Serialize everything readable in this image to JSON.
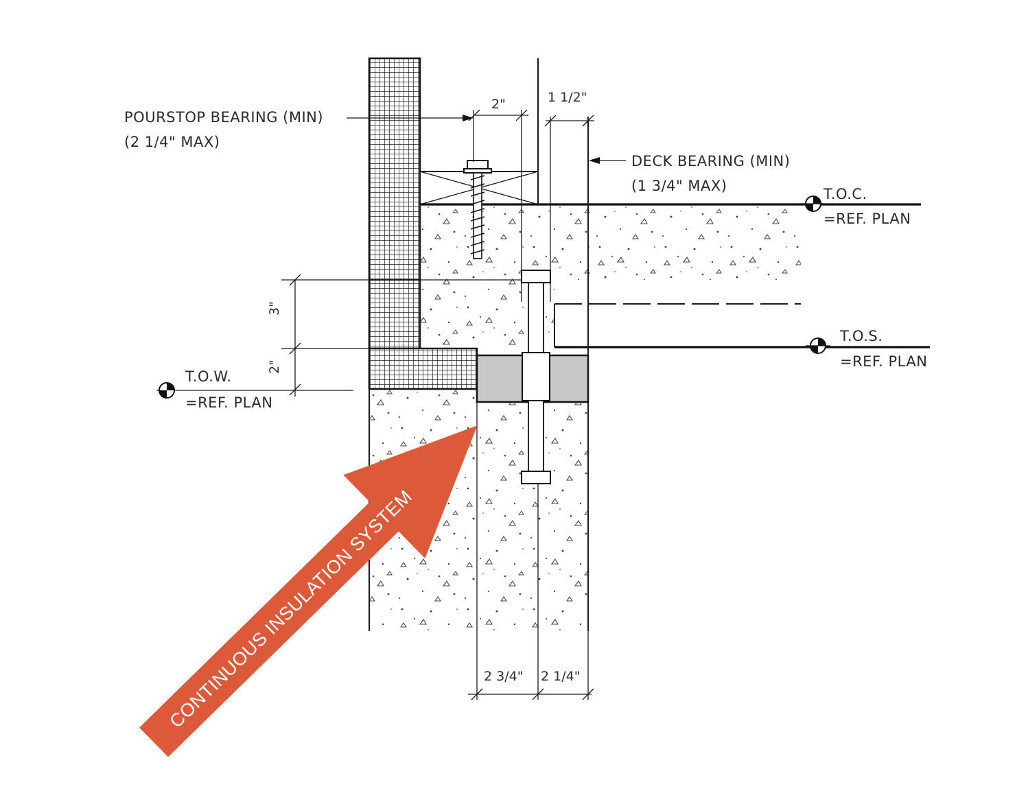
{
  "labels": {
    "pourstop_bearing": "POURSTOP BEARING (MIN)",
    "pourstop_max": "(2 1/4\" MAX)",
    "deck_bearing": "DECK BEARING (MIN)",
    "deck_max": "(1 3/4\" MAX)",
    "toc": "T.O.C.",
    "toc_ref": "=REF. PLAN",
    "tos": "T.O.S.",
    "tos_ref": "=REF. PLAN",
    "tow": "T.O.W.",
    "tow_ref": "=REF. PLAN"
  },
  "dimensions": {
    "pourstop": "2\"",
    "deck": "1 1/2\"",
    "upper_vertical": "3\"",
    "lower_vertical": "2\"",
    "bottom_left": "2 3/4\"",
    "bottom_right": "2 1/4\""
  },
  "callout": {
    "text": "CONTINUOUS INSULATION SYSTEM",
    "color": "#dc5a39"
  },
  "icons": {
    "elevation_marker": "elevation-target-icon"
  }
}
